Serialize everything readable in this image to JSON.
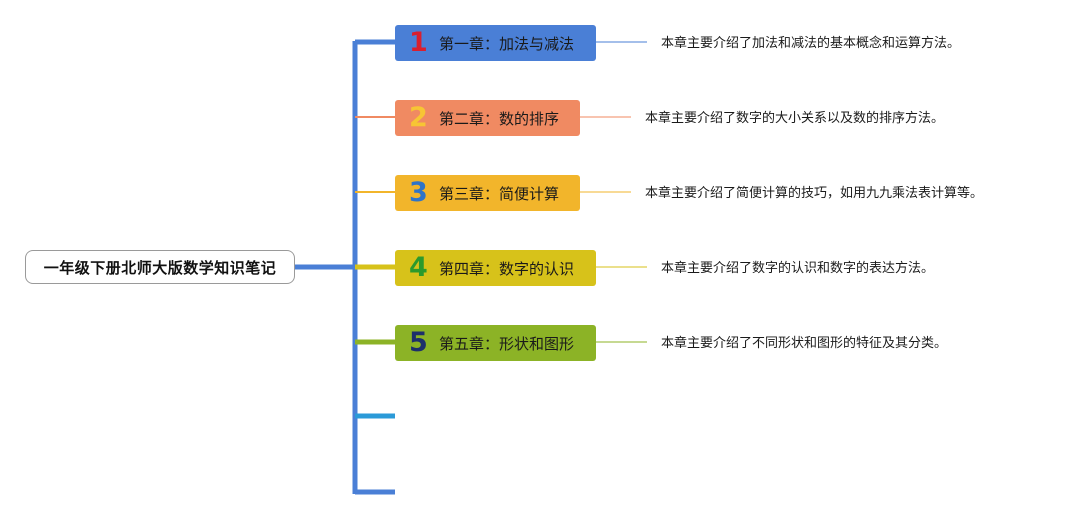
{
  "root": {
    "title": "一年级下册北师大版数学知识笔记"
  },
  "chapters": [
    {
      "number": "1",
      "title": "第一章：加法与减法",
      "note": "本章主要介绍了加法和减法的基本概念和运算方法。",
      "box_color": "#4a7fd6",
      "number_color": "#d91f2f",
      "wire_color": "#4a7fd6"
    },
    {
      "number": "2",
      "title": "第二章：数的排序",
      "note": "本章主要介绍了数字的大小关系以及数的排序方法。",
      "box_color": "#f08a62",
      "number_color": "#f7c534",
      "wire_color": "#f08a62"
    },
    {
      "number": "3",
      "title": "第三章：简便计算",
      "note": "本章主要介绍了简便计算的技巧，如用九九乘法表计算等。",
      "box_color": "#f2b52b",
      "number_color": "#2f74c8",
      "wire_color": "#f2b52b"
    },
    {
      "number": "4",
      "title": "第四章：数字的认识",
      "note": "本章主要介绍了数字的认识和数字的表达方法。",
      "box_color": "#d7c21a",
      "number_color": "#2c9a2c",
      "wire_color": "#d7c21a"
    },
    {
      "number": "5",
      "title": "第五章：形状和图形",
      "note": "本章主要介绍了不同形状和图形的特征及其分类。",
      "box_color": "#8cb326",
      "number_color": "#1d2f6b",
      "wire_color": "#8cb326"
    }
  ],
  "empty_branches": [
    {
      "wire_color": "#2b9ad8"
    },
    {
      "wire_color": "#4a7fd6"
    }
  ],
  "trunk_color": "#4a7fd6"
}
